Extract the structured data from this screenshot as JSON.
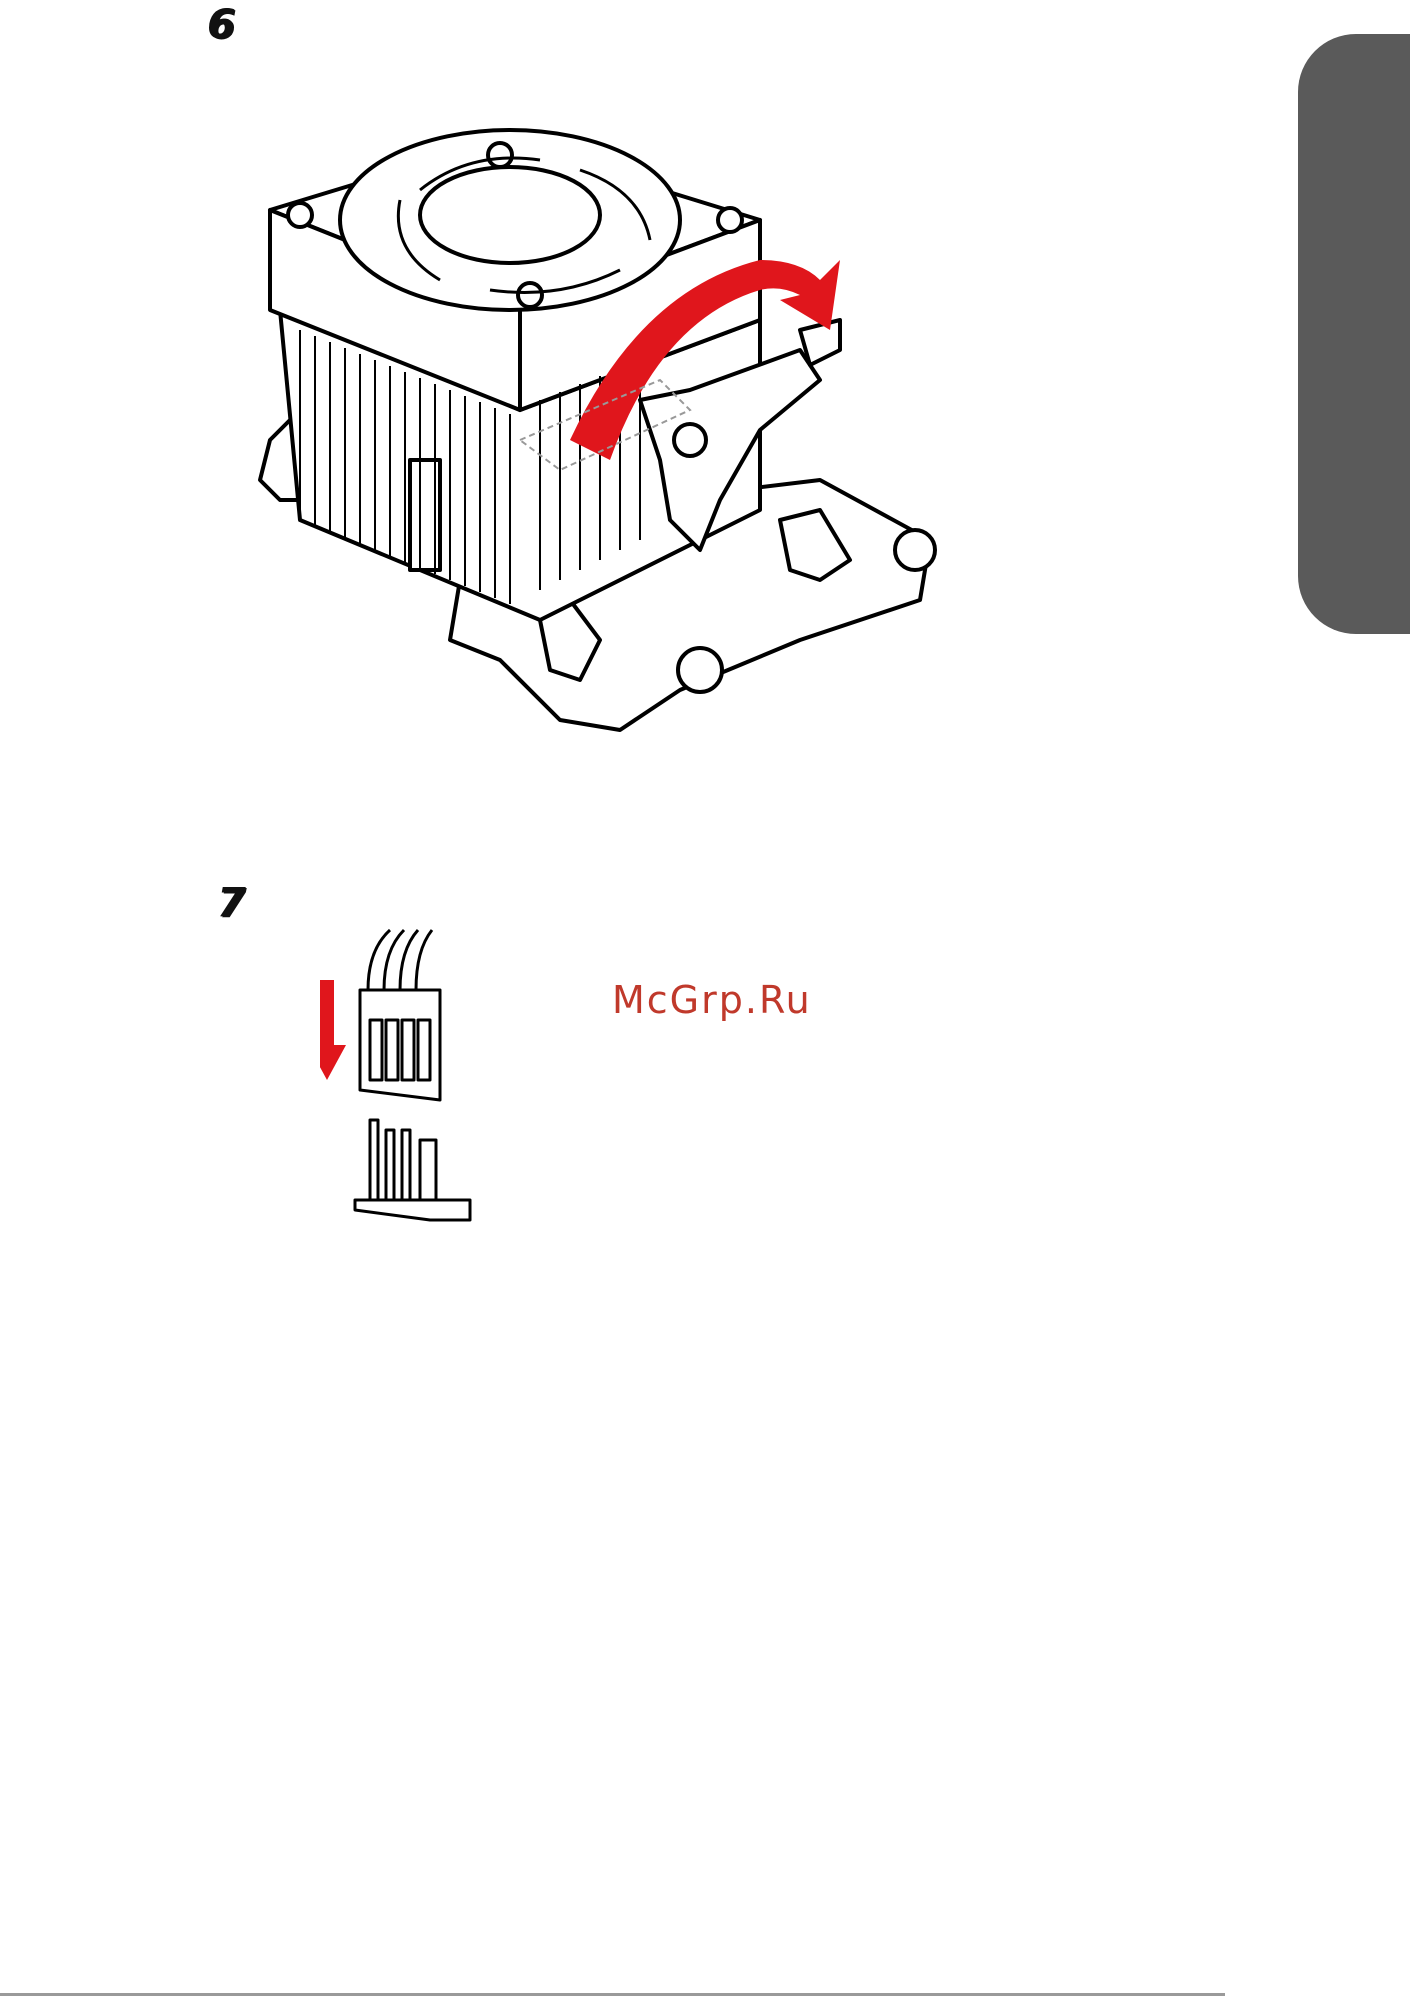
{
  "steps": [
    {
      "number": "6"
    },
    {
      "number": "7"
    }
  ],
  "watermark": "McGrp.Ru",
  "colors": {
    "side_tab": "#5a5a5a",
    "arrow_red": "#e0161c",
    "watermark": "#c0392b"
  }
}
